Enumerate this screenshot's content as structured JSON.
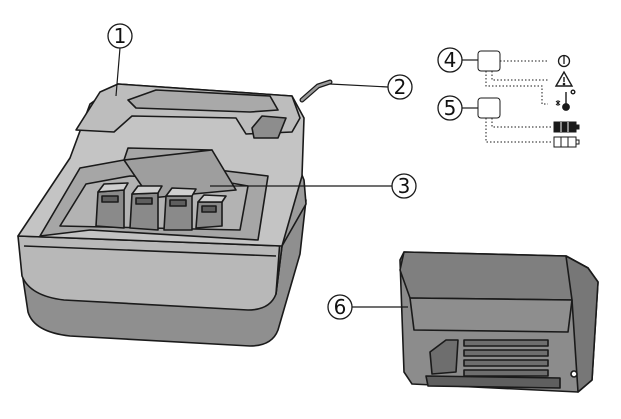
{
  "callouts": [
    {
      "id": "1",
      "label": "①"
    },
    {
      "id": "2",
      "label": "②"
    },
    {
      "id": "3",
      "label": "③"
    },
    {
      "id": "4",
      "label": "④"
    },
    {
      "id": "5",
      "label": "⑤"
    },
    {
      "id": "6",
      "label": "⑥"
    }
  ],
  "legend_icons": [
    "power-icon",
    "warning-triangle-icon",
    "thermometer-icon",
    "battery-full-icon",
    "battery-empty-icon"
  ],
  "colors": {
    "line": "#1a1a1a",
    "housing_top": "#c2c2c2",
    "housing_side": "#9a9a9a",
    "housing_dark": "#7a7a7a",
    "battery_top": "#8f8f8f",
    "battery_side": "#8a8a8a"
  }
}
